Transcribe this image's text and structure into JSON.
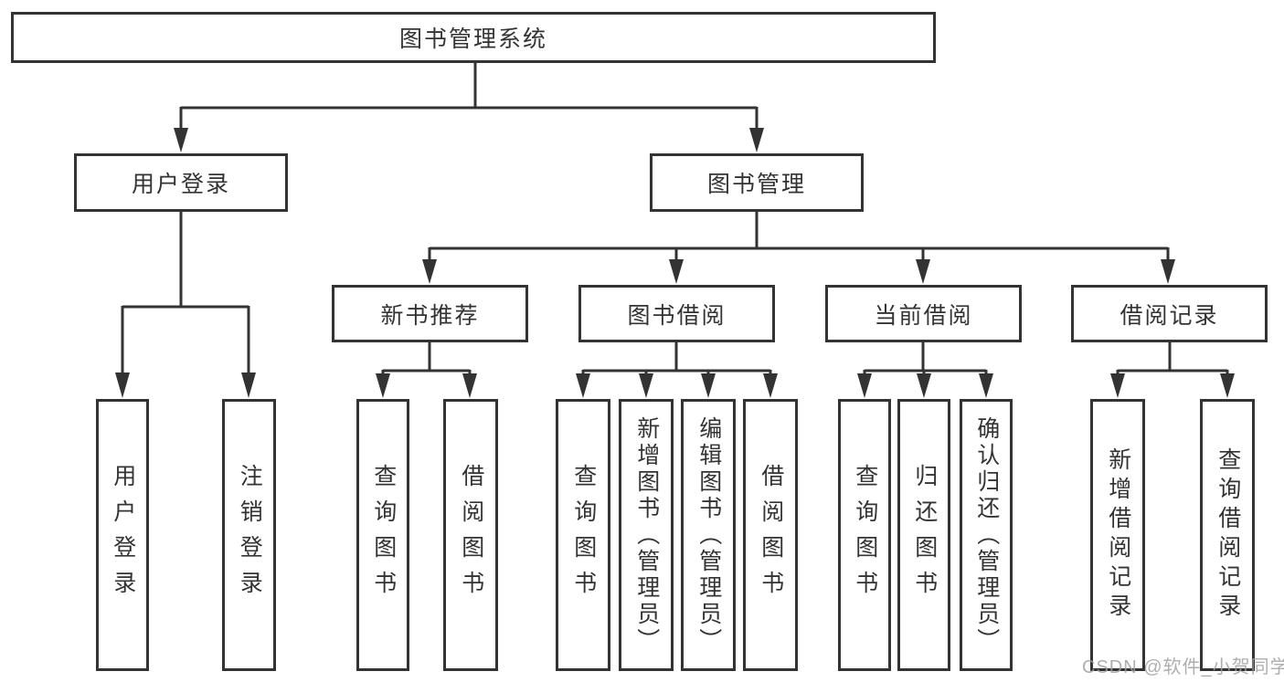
{
  "diagram": {
    "title": "图书管理系统",
    "colors": {
      "line": "#333333",
      "box_border": "#333333",
      "text": "#333333",
      "background": "#ffffff",
      "watermark": "#a0a0a0"
    },
    "tree": {
      "root": {
        "label": "图书管理系统"
      },
      "branches": [
        {
          "label": "用户登录",
          "children": [
            {
              "label": "用户登录"
            },
            {
              "label": "注销登录"
            }
          ]
        },
        {
          "label": "图书管理",
          "children": [
            {
              "label": "新书推荐",
              "children": [
                {
                  "label": "查询图书"
                },
                {
                  "label": "借阅图书"
                }
              ]
            },
            {
              "label": "图书借阅",
              "children": [
                {
                  "label": "查询图书"
                },
                {
                  "label": "新增图书（管理员）"
                },
                {
                  "label": "编辑图书（管理员）"
                },
                {
                  "label": "借阅图书"
                }
              ]
            },
            {
              "label": "当前借阅",
              "children": [
                {
                  "label": "查询图书"
                },
                {
                  "label": "归还图书"
                },
                {
                  "label": "确认归还（管理员）"
                }
              ]
            },
            {
              "label": "借阅记录",
              "children": [
                {
                  "label": "新增借阅记录"
                },
                {
                  "label": "查询借阅记录"
                }
              ]
            }
          ]
        }
      ]
    },
    "watermark": "CSDN @软件_小贺同学"
  }
}
